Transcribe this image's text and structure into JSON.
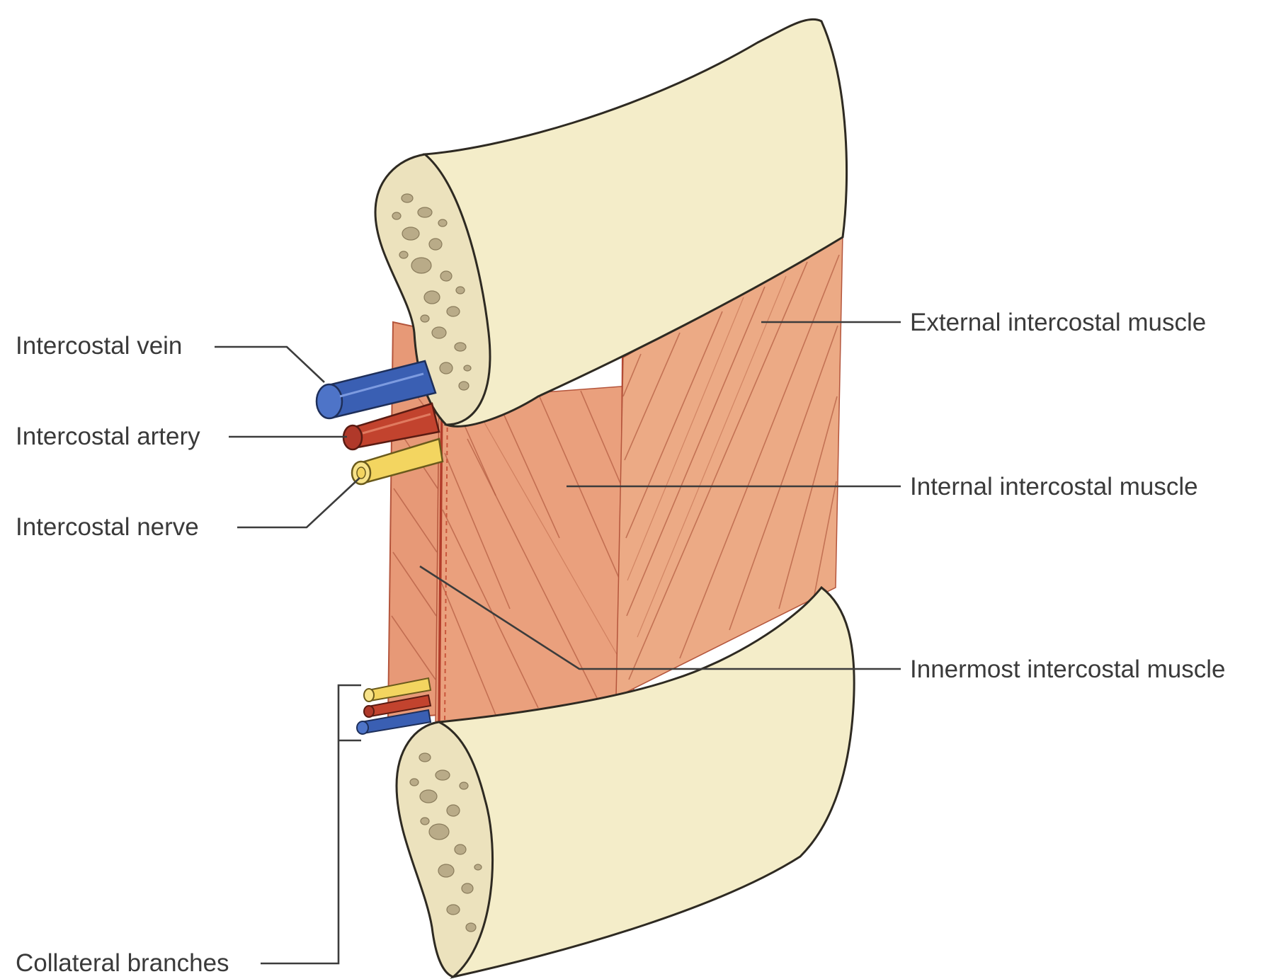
{
  "labels": {
    "intercostal_vein": "Intercostal vein",
    "intercostal_artery": "Intercostal artery",
    "intercostal_nerve": "Intercostal nerve",
    "collateral_branches": "Collateral branches",
    "external_intercostal_muscle": "External intercostal muscle",
    "internal_intercostal_muscle": "Internal intercostal muscle",
    "innermost_intercostal_muscle": "Innermost intercostal muscle"
  },
  "colors": {
    "bone": "#f4edc9",
    "bone_cut": "#ece2bd",
    "muscle_external": "#ecaa85",
    "muscle_internal": "#eaa07d",
    "muscle_innermost": "#e79977",
    "vein": "#3a5fb3",
    "artery": "#c2432e",
    "nerve": "#f3d560",
    "outline": "#2e2a22"
  }
}
